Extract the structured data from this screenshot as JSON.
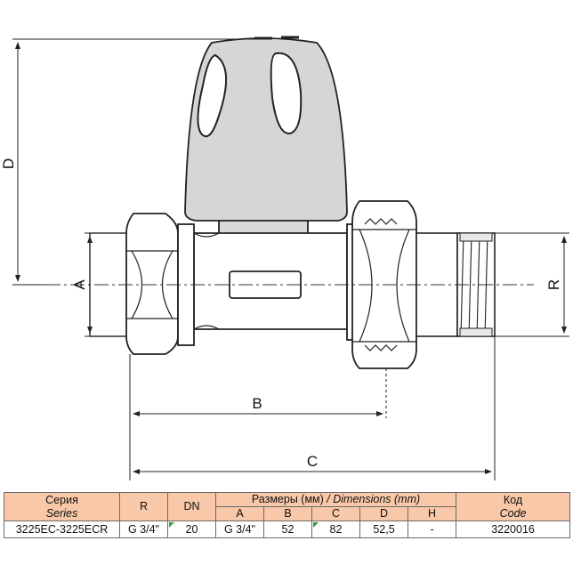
{
  "drawing": {
    "dimension_labels": {
      "a": "A",
      "b": "B",
      "c": "C",
      "d": "D",
      "r": "R"
    }
  },
  "table": {
    "header": {
      "series_ru": "Серия",
      "series_en": "Series",
      "r": "R",
      "dn": "DN",
      "sizes_ru": "Размеры (мм)",
      "sizes_en": " / Dimensions (mm)",
      "a": "A",
      "b": "B",
      "c": "C",
      "d": "D",
      "h": "H",
      "code_ru": "Код",
      "code_en": "Code"
    },
    "row": {
      "series": "3225EC-3225ECR",
      "r": "G 3/4\"",
      "dn": "20",
      "a": "G 3/4\"",
      "b": "52",
      "c": "82",
      "d": "52,5",
      "h": "-",
      "code": "3220016"
    }
  }
}
